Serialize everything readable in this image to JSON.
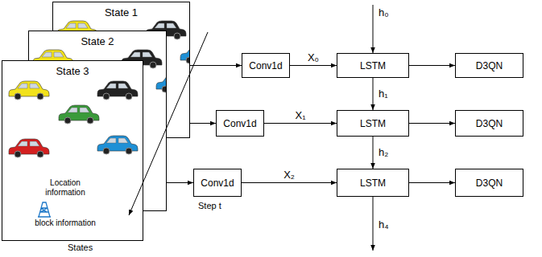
{
  "diagram": {
    "nodes": [
      {
        "text": [
          "State 1"
        ]
      },
      {
        "text": [
          "State 2"
        ]
      },
      {
        "text": [
          "State 3",
          "Location information",
          "block information"
        ]
      },
      {
        "text": [
          "Conv1d"
        ]
      },
      {
        "text": [
          "LSTM"
        ]
      },
      {
        "text": [
          "D3QN"
        ]
      },
      {
        "text": [
          "Conv1d"
        ]
      },
      {
        "text": [
          "LSTM"
        ]
      },
      {
        "text": [
          "D3QN"
        ]
      },
      {
        "text": [
          "Conv1d"
        ]
      },
      {
        "text": [
          "LSTM"
        ]
      },
      {
        "text": [
          "D3QN"
        ]
      }
    ],
    "edges": [
      {
        "from": 0,
        "to": 3,
        "arrow": "to"
      },
      {
        "from": 1,
        "to": 6,
        "arrow": "to"
      },
      {
        "from": 2,
        "to": 9,
        "arrow": "to"
      },
      {
        "from": 3,
        "to": 4,
        "label": "X₀",
        "arrow": "to"
      },
      {
        "from": 6,
        "to": 7,
        "label": "X₁",
        "arrow": "to"
      },
      {
        "from": 9,
        "to": 10,
        "label": "X₂",
        "arrow": "to"
      },
      {
        "from": 4,
        "to": 5,
        "arrow": "to"
      },
      {
        "from": 7,
        "to": 8,
        "arrow": "to"
      },
      {
        "from": 10,
        "to": 11,
        "arrow": "to"
      },
      {
        "from": 4,
        "to": 7,
        "label": "h₁",
        "arrow": "to"
      },
      {
        "from": 7,
        "to": 10,
        "label": "h₂",
        "arrow": "to"
      }
    ],
    "labels": [
      "h₀",
      "h₄",
      "Step t",
      "States"
    ]
  }
}
